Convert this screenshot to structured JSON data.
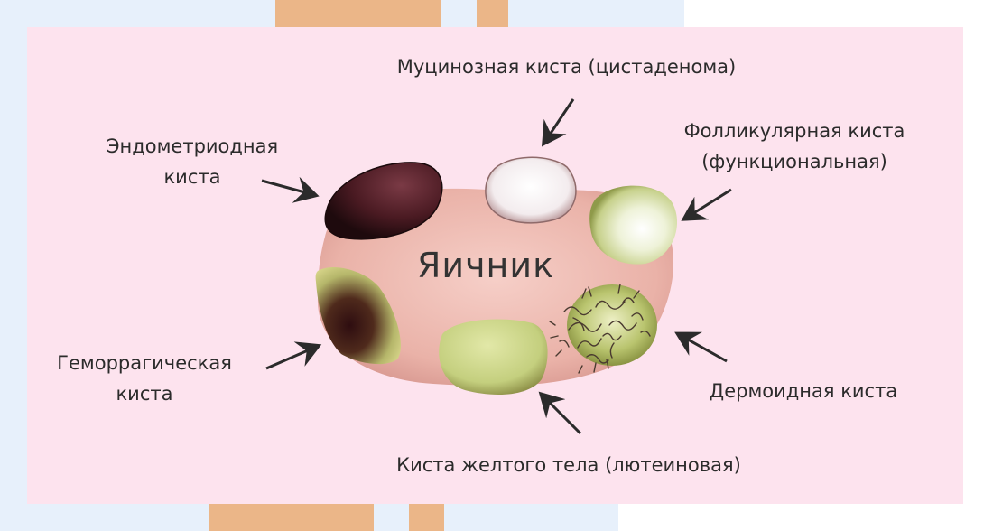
{
  "diagram": {
    "title": "Яичник",
    "colors": {
      "background_blue": "#e7f0fb",
      "stripe_orange": "#ebb688",
      "panel_pink": "#fde3ee",
      "ovary": "#e8a9a0",
      "text": "#2b2b2b",
      "arrow": "#2b2b2b"
    },
    "labels": {
      "endometrioid": {
        "line1": "Эндометриодная",
        "line2": "киста"
      },
      "mucinous": {
        "line1": "Муцинозная киста (цистаденома)"
      },
      "follicular": {
        "line1": "Фолликулярная киста",
        "line2": "(функциональная)"
      },
      "hemorrhagic": {
        "line1": "Геморрагическая",
        "line2": "киста"
      },
      "dermoid": {
        "line1": "Дермоидная киста"
      },
      "corpus_luteum": {
        "line1": "Киста желтого тела (лютеиновая)"
      }
    }
  }
}
